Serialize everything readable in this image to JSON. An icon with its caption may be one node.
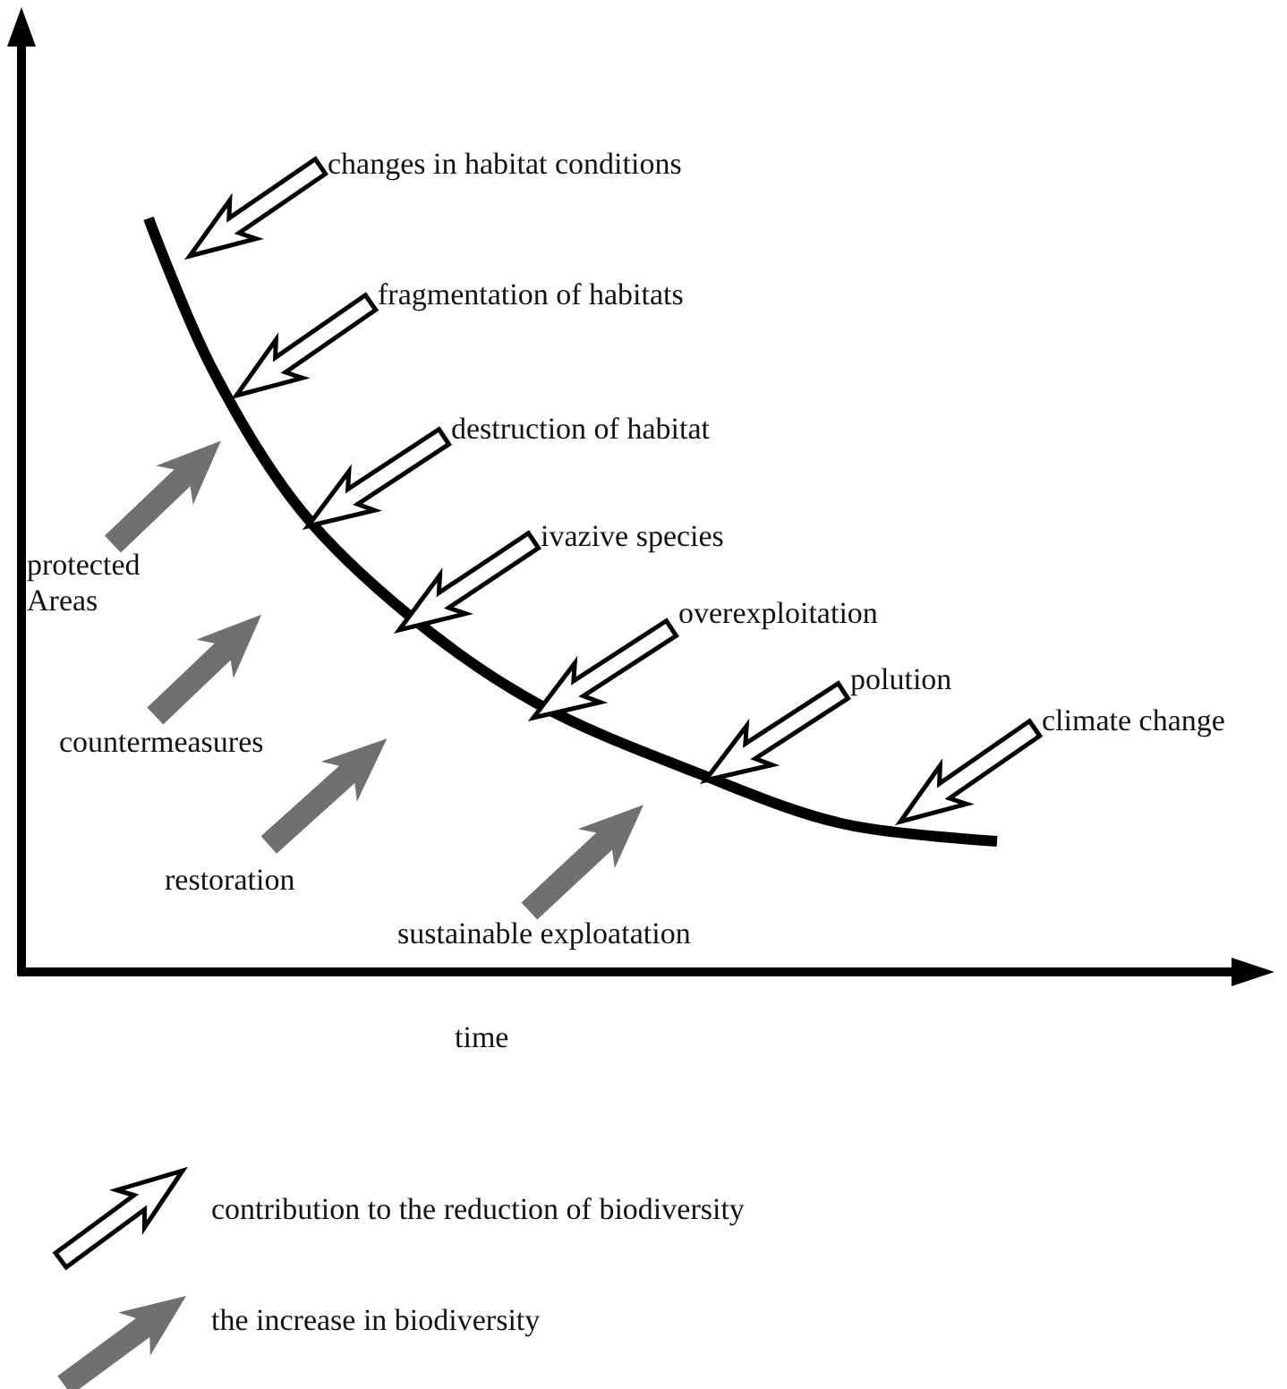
{
  "diagram": {
    "nodes": [
      {
        "text": [
          "changes in habitat conditions"
        ]
      },
      {
        "text": [
          "fragmentation of habitats"
        ]
      },
      {
        "text": [
          "destruction of habitat"
        ]
      },
      {
        "text": [
          "ivazive species"
        ]
      },
      {
        "text": [
          "overexploitation"
        ]
      },
      {
        "text": [
          "polution"
        ]
      },
      {
        "text": [
          "climate change"
        ]
      },
      {
        "text": [
          "protected Areas"
        ]
      },
      {
        "text": [
          "countermeasures"
        ]
      },
      {
        "text": [
          "restoration"
        ]
      },
      {
        "text": [
          "sustainable exploatation"
        ]
      }
    ],
    "edges": [
      {
        "from": 0,
        "to": null,
        "arrow": "to"
      },
      {
        "from": 1,
        "to": null,
        "arrow": "to"
      },
      {
        "from": 2,
        "to": null,
        "arrow": "to"
      },
      {
        "from": 3,
        "to": null,
        "arrow": "to"
      },
      {
        "from": 4,
        "to": null,
        "arrow": "to"
      },
      {
        "from": 5,
        "to": null,
        "arrow": "to"
      },
      {
        "from": 6,
        "to": null,
        "arrow": "to"
      },
      {
        "from": 7,
        "to": null,
        "arrow": "to",
        "style": "thick",
        "color": "#707070"
      },
      {
        "from": 8,
        "to": null,
        "arrow": "to",
        "style": "thick",
        "color": "#707070"
      },
      {
        "from": 9,
        "to": null,
        "arrow": "to",
        "style": "thick",
        "color": "#707070"
      },
      {
        "from": 10,
        "to": null,
        "arrow": "to",
        "style": "thick",
        "color": "#707070"
      }
    ],
    "labels": [
      "time"
    ],
    "legend": [
      {
        "text": "contribution to the reduction of biodiversity"
      },
      {
        "text": "the increase in biodiversity"
      }
    ]
  }
}
